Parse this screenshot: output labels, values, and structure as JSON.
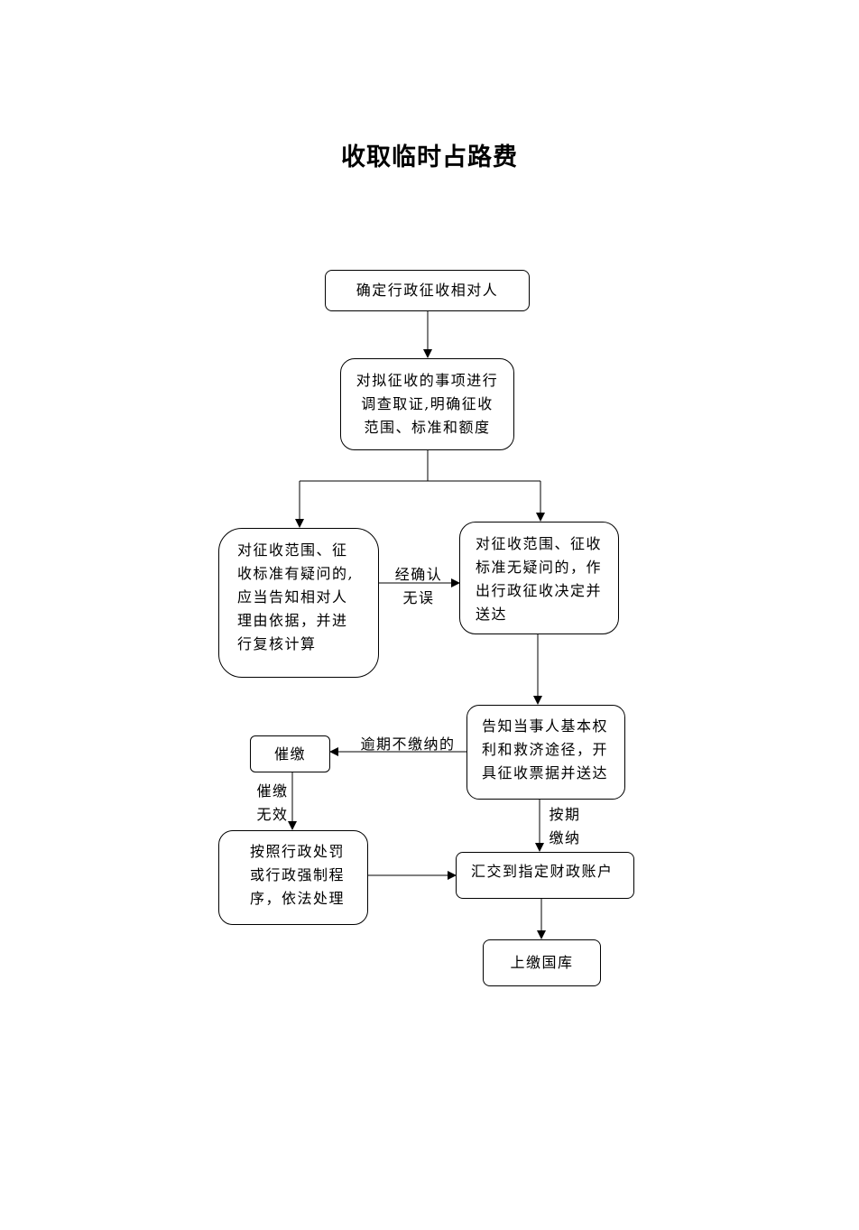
{
  "title": "收取临时占路费",
  "nodes": {
    "determine": "确定行政征收相对人",
    "investigate": "对拟征收的事项进行\n调查取证,明确征收\n范围、标准和额度",
    "doubt": "对征收范围、征\n收标准有疑问的,\n应当告知相对人\n理由依据，并进\n行复核计算",
    "no_doubt": "对征收范围、征收\n标准无疑问的，作\n出行政征收决定并\n送达",
    "inform": "告知当事人基本权\n利和救济途径，开\n具征收票据并送达",
    "urge": "催缴",
    "penalty": "按照行政处罚\n或行政强制程\n序，依法处理",
    "remit": "汇交到指定财政账户",
    "treasury": "上缴国库"
  },
  "edge_labels": {
    "confirmed": "经确认\n无误",
    "overdue": "逾期不缴纳的",
    "urge_failed": "催缴\n无效",
    "on_time": "按期\n缴纳"
  }
}
